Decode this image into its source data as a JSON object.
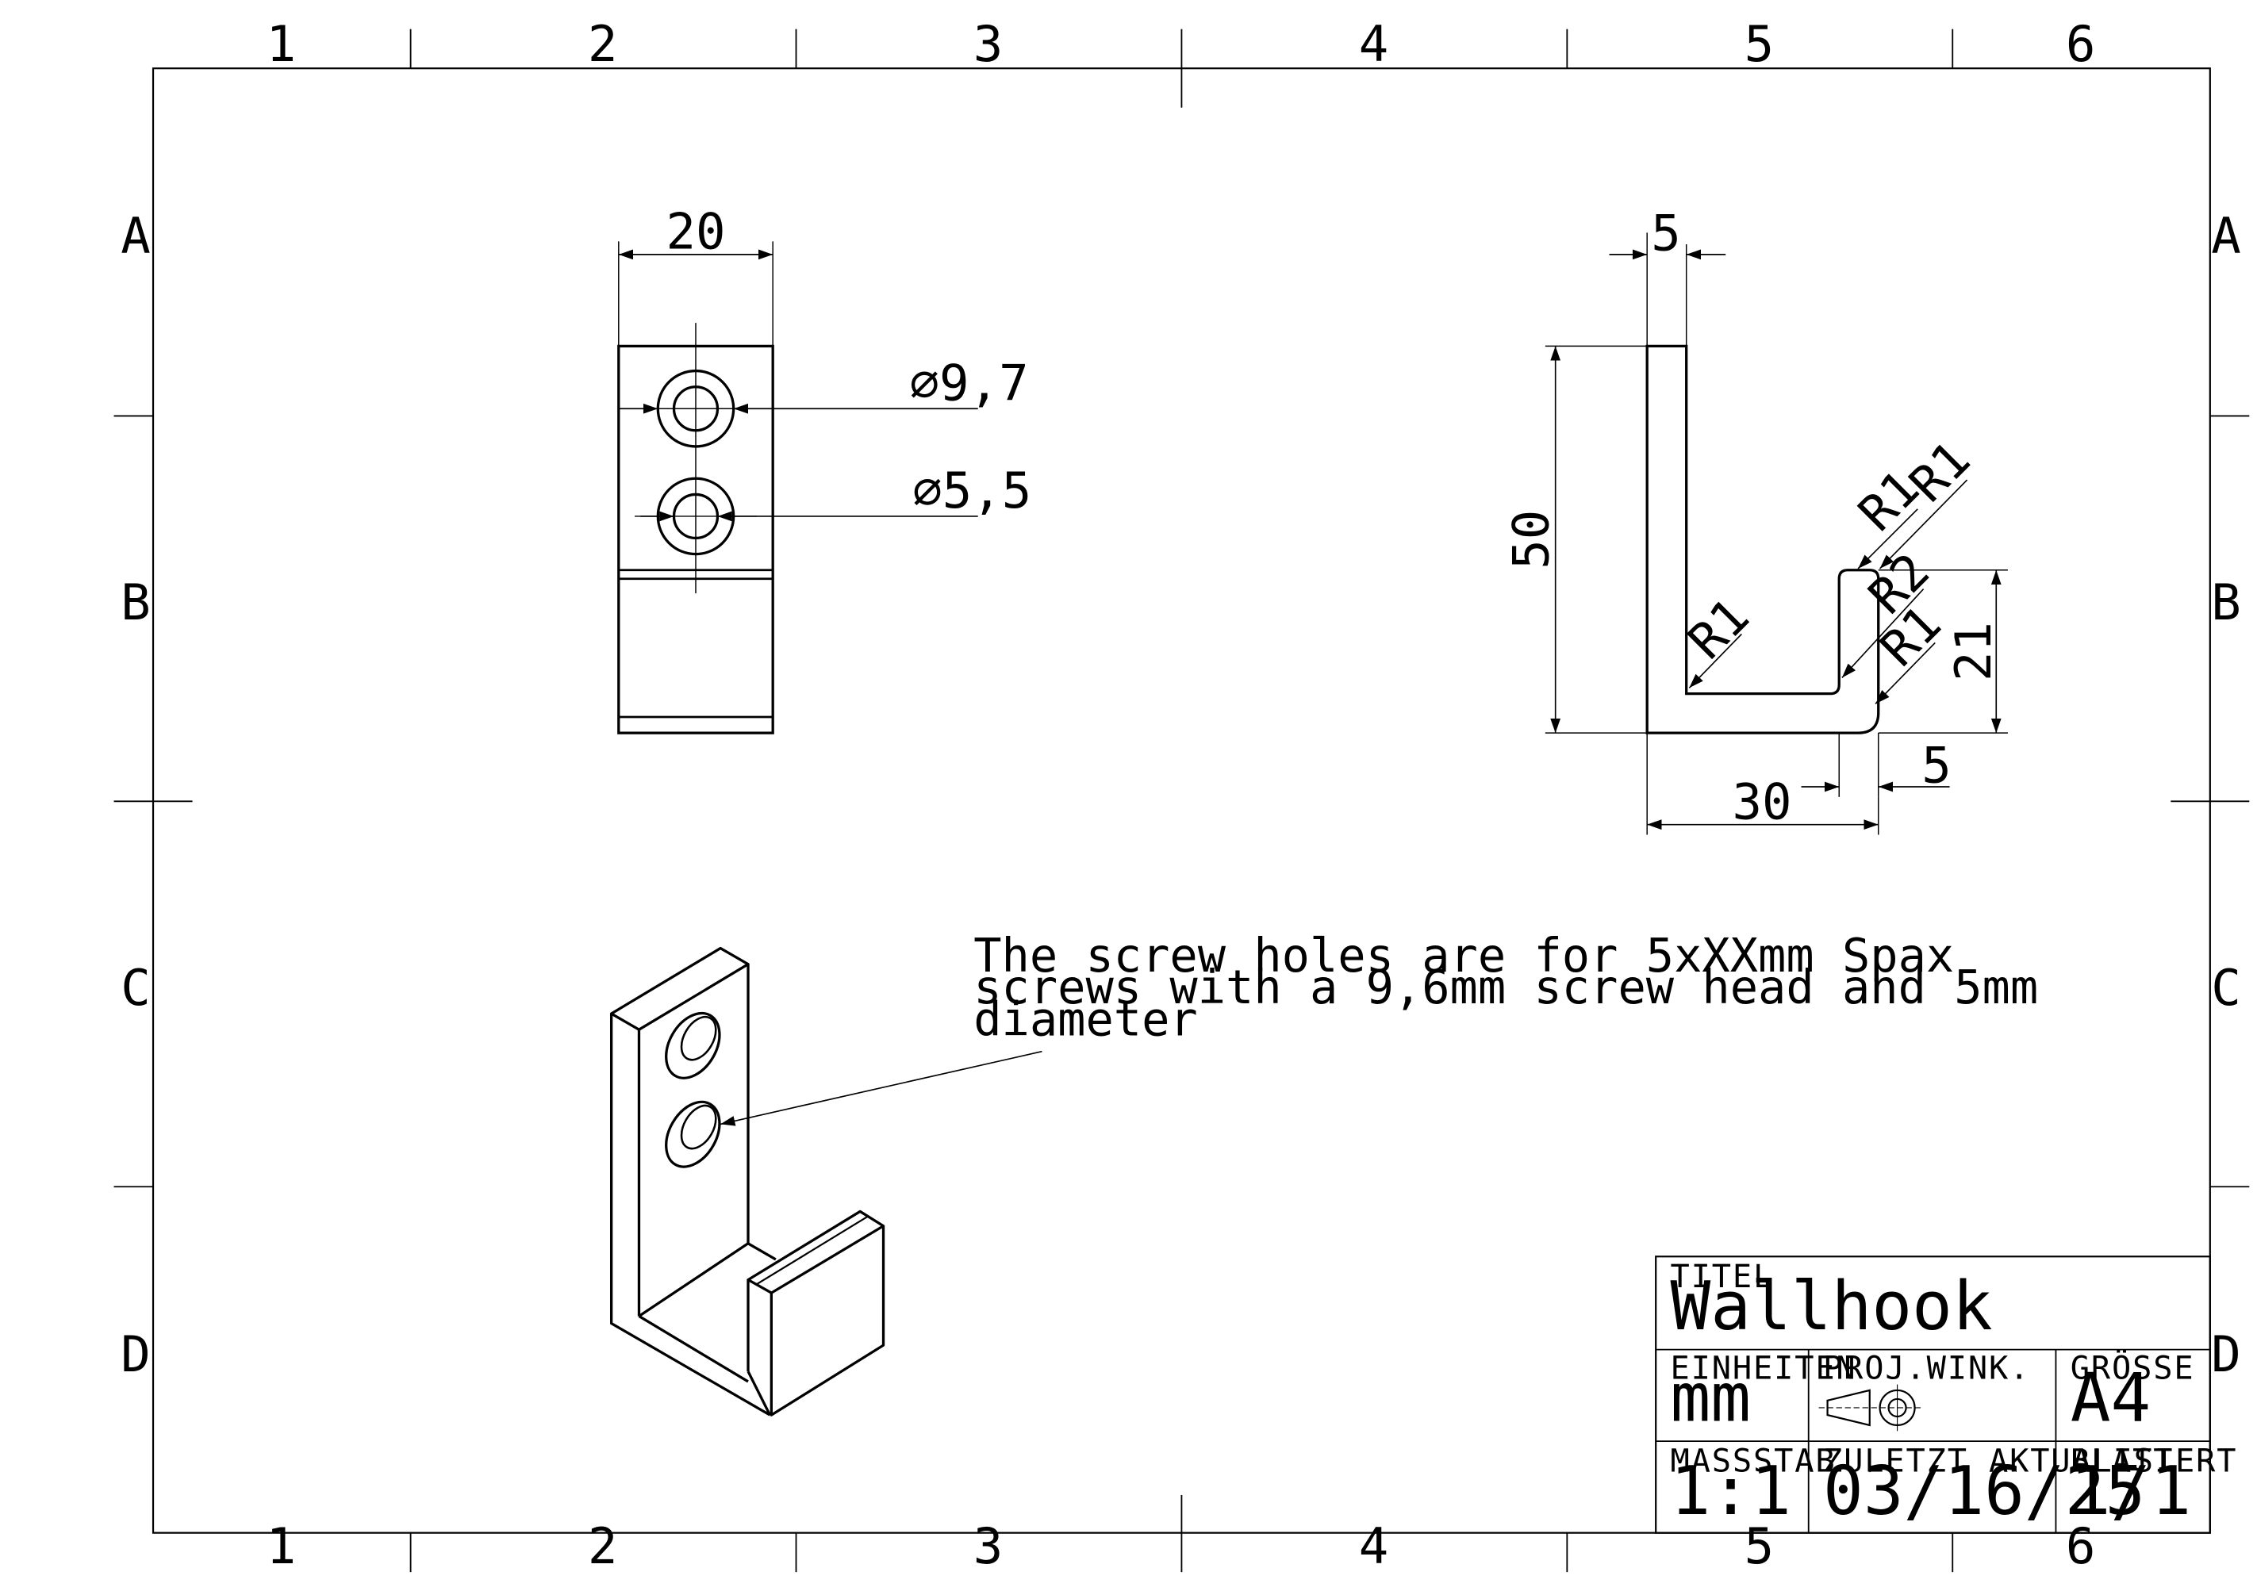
{
  "frame": {
    "columns": [
      "1",
      "2",
      "3",
      "4",
      "5",
      "6"
    ],
    "rows": [
      "A",
      "B",
      "C",
      "D"
    ]
  },
  "front_view": {
    "width_dim": "20",
    "head_dia": "⌀9,7",
    "hole_dia": "⌀5,5"
  },
  "side_view": {
    "thickness_top": "5",
    "height": "50",
    "lip_height": "21",
    "lip_thickness": "5",
    "depth": "30",
    "radii": [
      "R1",
      "R1",
      "R1",
      "R2",
      "R1"
    ]
  },
  "note": {
    "lines": [
      "The screw holes are for 5xXXmm Spax",
      "screws with a 9,6mm screw head and 5mm",
      "diameter"
    ]
  },
  "title_block": {
    "title_label": "TITEL",
    "title": "Wallhook",
    "units_label": "EINHEITEN",
    "units": "mm",
    "projection_label": "PROJ.WINK.",
    "size_label": "GRÖSSE",
    "size": "A4",
    "scale_label": "MASSSTAB",
    "scale": "1:1",
    "updated_label": "ZULETZT AKTUALISIERT",
    "updated": "03/16/25",
    "sheet_label": "BLATT",
    "sheet": "1/1"
  },
  "icons": {
    "projection": "third-angle-projection-icon"
  }
}
